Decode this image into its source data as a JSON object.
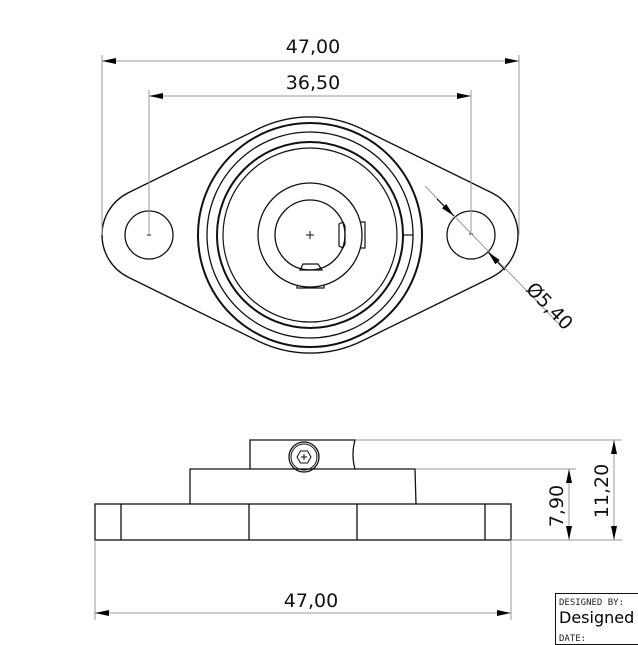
{
  "dimensions": {
    "top_overall_width": "47,00",
    "top_hole_spacing": "36,50",
    "hole_diameter": "Ø5,40",
    "side_body_height": "7,90",
    "side_total_height": "11,20",
    "side_overall_width": "47,00"
  },
  "title_block": {
    "designed_by_label": "DESIGNED BY:",
    "designed_by_value": "Designed by",
    "date_label": "DATE:"
  },
  "colors": {
    "line": "#111111",
    "dim_line": "#999999"
  }
}
